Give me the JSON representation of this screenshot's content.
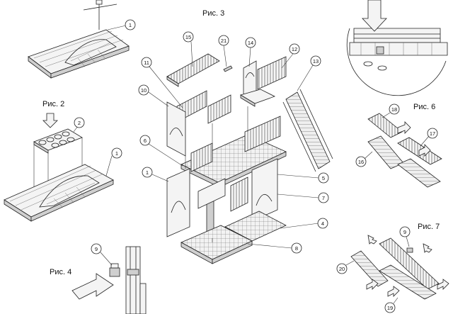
{
  "figure_labels": {
    "fig2": "Рис. 2",
    "fig3": "Рис. 3",
    "fig4": "Рис. 4",
    "fig6": "Рис. 6",
    "fig7": "Рис. 7"
  },
  "callouts": {
    "c1_top": "1",
    "c2": "2",
    "c1_fig2": "1",
    "c15": "15",
    "c21": "21",
    "c14": "14",
    "c12": "12",
    "c13": "13",
    "c11": "11",
    "c10": "10",
    "c6": "6",
    "c1_main": "1",
    "c5": "5",
    "c7": "7",
    "c4": "4",
    "c8": "8",
    "c9_fig4": "9",
    "c18": "18",
    "c17": "17",
    "c16": "16",
    "c9_fig7": "9",
    "c20": "20",
    "c19": "19"
  }
}
